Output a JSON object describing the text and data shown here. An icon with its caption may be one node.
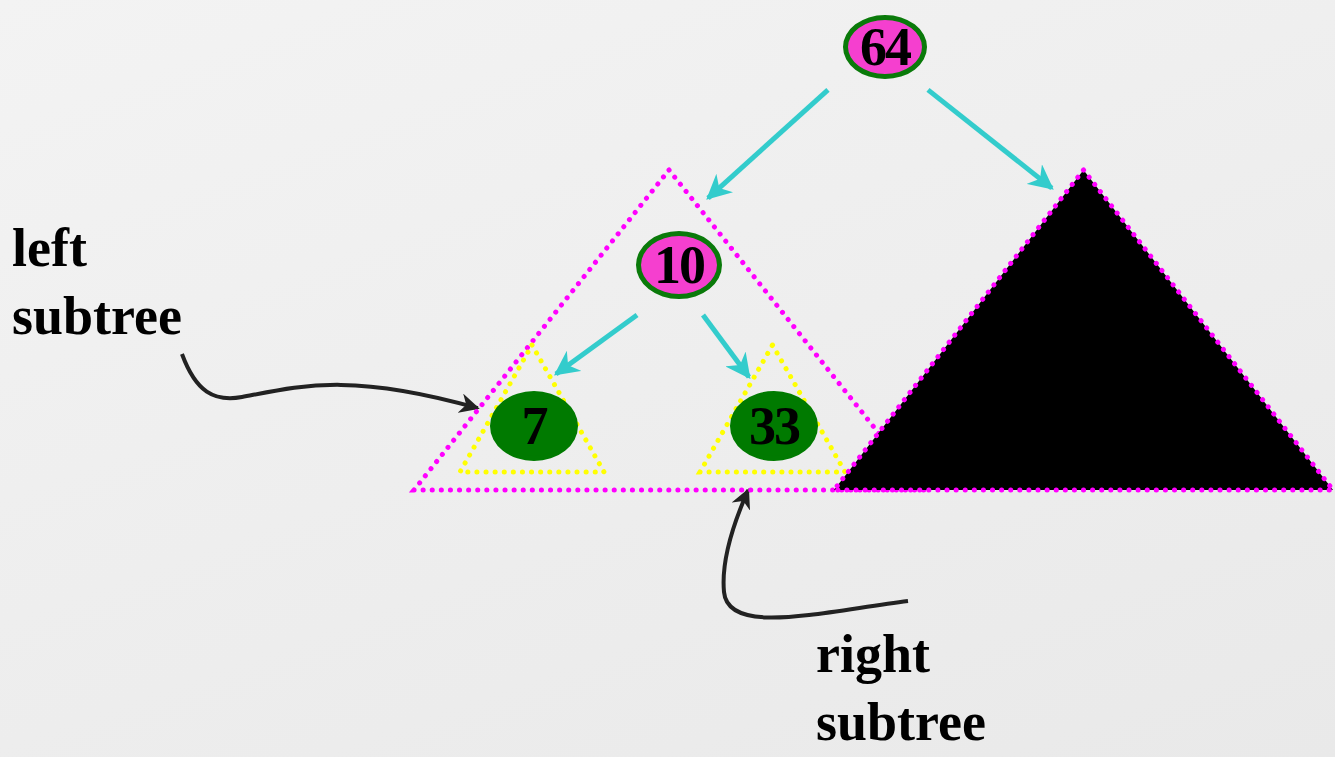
{
  "diagram": {
    "nodes": [
      {
        "text": [
          "64"
        ]
      },
      {
        "text": [],
        "shape": "triangle"
      },
      {
        "text": [
          "10"
        ],
        "in": 1
      },
      {
        "text": [],
        "shape": "triangle",
        "in": 1
      },
      {
        "text": [
          "7"
        ],
        "in": 3
      },
      {
        "text": [],
        "shape": "triangle",
        "in": 1
      },
      {
        "text": [
          "33"
        ],
        "in": 5
      },
      {
        "text": [],
        "shape": "triangle"
      },
      {
        "text": [
          "left subtree"
        ]
      },
      {
        "text": [
          "right subtree"
        ]
      }
    ],
    "edges": [
      {
        "from": 0,
        "to": 1,
        "arrow": "to"
      },
      {
        "from": 0,
        "to": 7,
        "arrow": "to"
      },
      {
        "from": 2,
        "to": 3,
        "arrow": "to"
      },
      {
        "from": 2,
        "to": 5,
        "arrow": "to"
      },
      {
        "from": 8,
        "to": 1,
        "arrow": "to",
        "color": "#222222"
      },
      {
        "from": 9,
        "to": 1,
        "arrow": "to",
        "color": "#222222"
      }
    ]
  }
}
